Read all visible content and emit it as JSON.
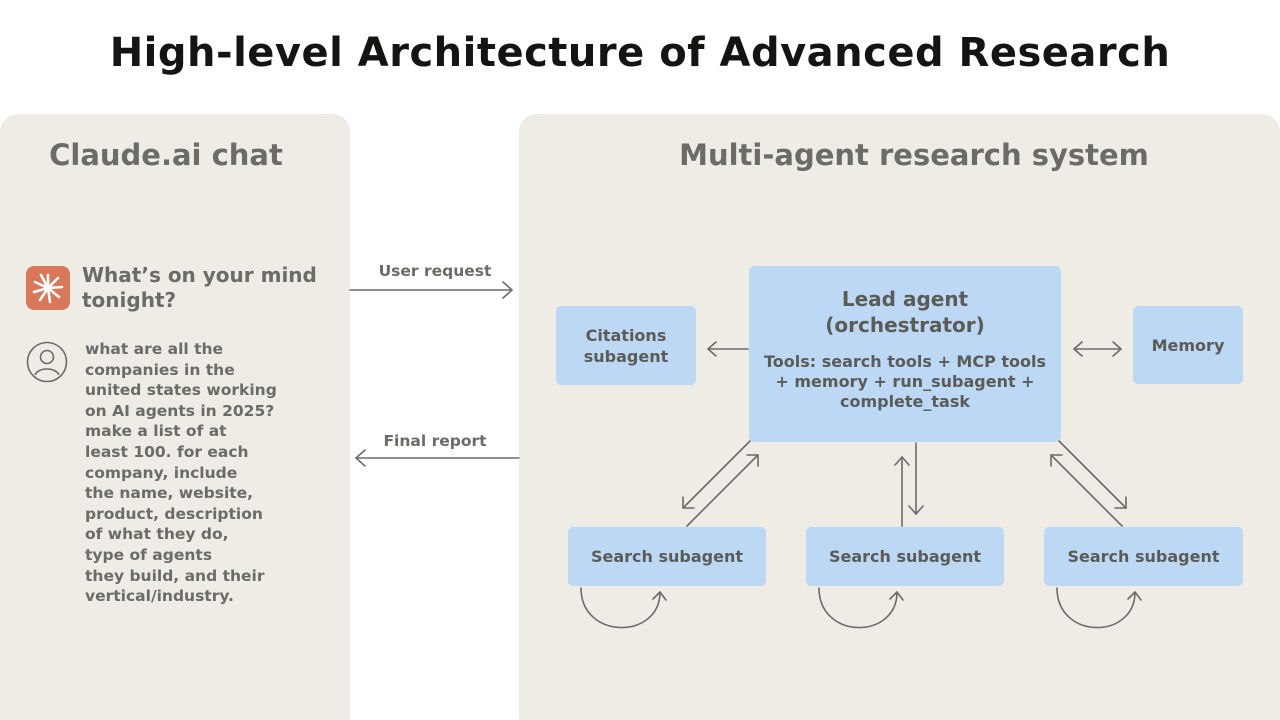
{
  "title": "High-level Architecture of Advanced Research",
  "chat_panel": {
    "title": "Claude.ai chat",
    "prompt": "What’s on your mind tonight?",
    "user_message": "what are all the\ncompanies in the\nunited states working\non AI agents in 2025?\nmake a list of at\nleast 100. for each\ncompany, include\nthe name, website,\nproduct, description\nof what they do,\ntype of agents\nthey build, and their\nvertical/industry."
  },
  "edges": {
    "user_request": "User request",
    "final_report": "Final report"
  },
  "system_panel": {
    "title": "Multi-agent research system",
    "lead_agent": {
      "title": "Lead agent\n(orchestrator)",
      "tools": "Tools: search tools + MCP tools\n+ memory + run_subagent +\ncomplete_task"
    },
    "citations": "Citations\nsubagent",
    "memory": "Memory",
    "search_subagents": [
      "Search subagent",
      "Search subagent",
      "Search subagent"
    ]
  },
  "colors": {
    "panel_bg": "#eeece5",
    "box_bg": "#bcd8f4",
    "logo_bg": "#d9775a",
    "arrow": "#6b6b68"
  }
}
